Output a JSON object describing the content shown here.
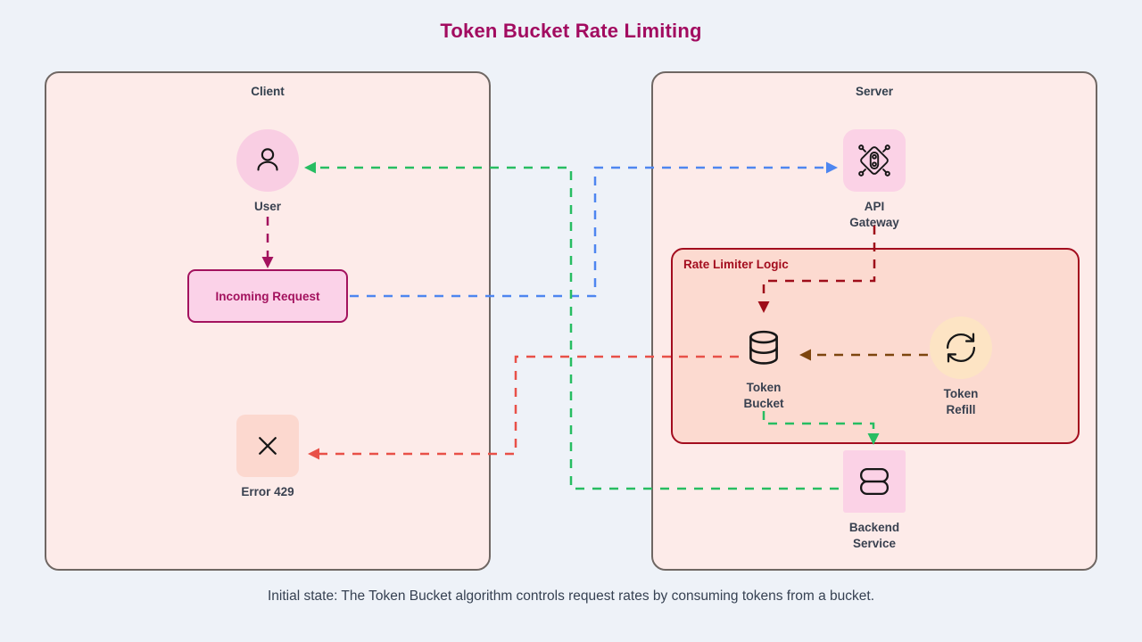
{
  "title": "Token Bucket Rate Limiting",
  "caption": "Initial state: The Token Bucket algorithm controls request rates by consuming tokens from a bucket.",
  "client_panel": {
    "title": "Client",
    "nodes": {
      "user": {
        "label": "User",
        "icon": "user-icon"
      },
      "incoming_request": {
        "label": "Incoming Request"
      },
      "error_429": {
        "label": "Error 429",
        "icon": "x-icon"
      }
    }
  },
  "server_panel": {
    "title": "Server",
    "nodes": {
      "api_gateway": {
        "label": "API\nGateway",
        "icon": "chip-icon"
      },
      "backend_service": {
        "label": "Backend\nService",
        "icon": "server-stack-icon"
      }
    },
    "rate_limiter": {
      "title": "Rate Limiter Logic",
      "nodes": {
        "token_bucket": {
          "label": "Token\nBucket",
          "icon": "database-icon"
        },
        "token_refill": {
          "label": "Token\nRefill",
          "icon": "refresh-icon"
        }
      }
    }
  },
  "edges": {
    "user_to_request": {
      "color": "#a3125e"
    },
    "request_to_gateway": {
      "color": "#4e86f0"
    },
    "gateway_to_bucket": {
      "color": "#9e0d19"
    },
    "refill_to_bucket": {
      "color": "#7d450e"
    },
    "bucket_to_backend_grant": {
      "color": "#27bd62"
    },
    "backend_to_user_response": {
      "color": "#27bd62"
    },
    "bucket_to_error_reject": {
      "color": "#e85048"
    }
  },
  "palette": {
    "page_background": "#eef2f8",
    "panel_fill": "#fdebe9",
    "panel_border": "#6f6763",
    "rate_limiter_fill": "#fcdad0",
    "rate_limiter_border": "#a30d1e",
    "title_color": "#a20b60",
    "label_color": "#394150",
    "user_badge": "#f9cee3",
    "gateway_badge": "#fbd2e6",
    "backend_badge": "#fbd2e6",
    "error_badge": "#fcd8cf",
    "refill_badge": "#fde4c4"
  }
}
